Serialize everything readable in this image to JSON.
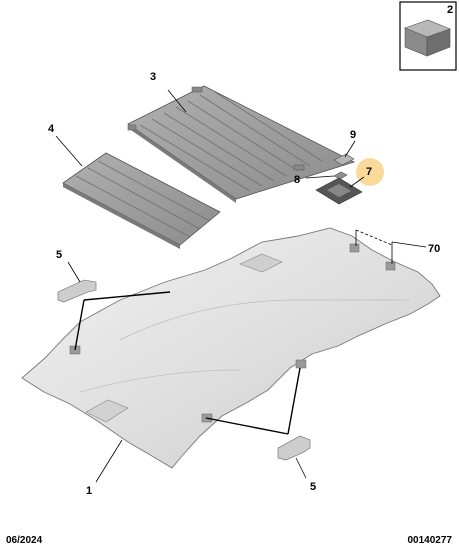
{
  "diagram": {
    "callouts": {
      "part_1": "1",
      "part_2": "2",
      "part_3": "3",
      "part_4": "4",
      "part_5_top": "5",
      "part_5_bottom": "5",
      "part_7": "7",
      "part_8": "8",
      "part_9": "9",
      "part_70": "70"
    },
    "highlight_color": "#f9d48a",
    "part_fill": "#9a9a9a",
    "liner_fill": "#e4e4e4",
    "icons": [
      "inset-part-2-block-icon"
    ]
  },
  "footer": {
    "date": "06/2024",
    "reference": "00140277"
  }
}
